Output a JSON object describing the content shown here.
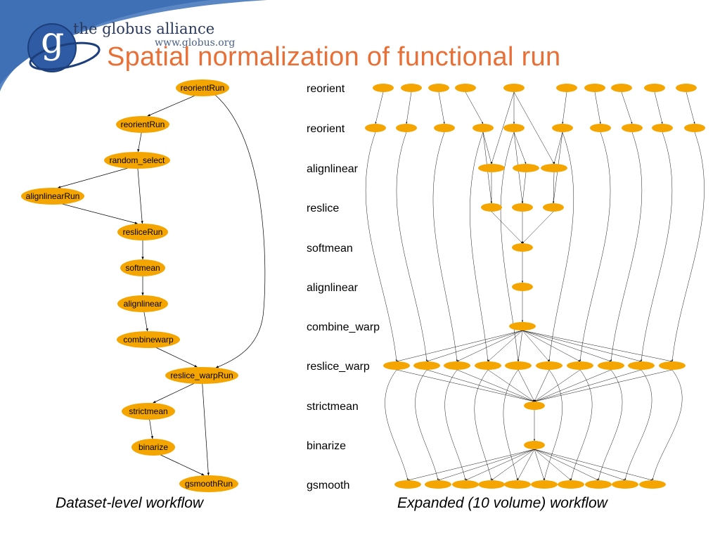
{
  "header": {
    "brand_name": "the globus alliance",
    "brand_url": "www.globus.org",
    "logo_letter": "g",
    "title": "Spatial normalization of functional run"
  },
  "colors": {
    "node_fill": "#f5a500",
    "title": "#e87037",
    "logo_blue": "#3a66ad",
    "edge": "#000000"
  },
  "dataset_workflow": {
    "caption": "Dataset-level workflow",
    "nodes": [
      {
        "id": "d1",
        "label": "reorientRun"
      },
      {
        "id": "d2",
        "label": "reorientRun"
      },
      {
        "id": "d3",
        "label": "random_select"
      },
      {
        "id": "d4",
        "label": "alignlinearRun"
      },
      {
        "id": "d5",
        "label": "resliceRun"
      },
      {
        "id": "d6",
        "label": "softmean"
      },
      {
        "id": "d7",
        "label": "alignlinear"
      },
      {
        "id": "d8",
        "label": "combinewarp"
      },
      {
        "id": "d9",
        "label": "reslice_warpRun"
      },
      {
        "id": "d10",
        "label": "strictmean"
      },
      {
        "id": "d11",
        "label": "binarize"
      },
      {
        "id": "d12",
        "label": "gsmoothRun"
      }
    ],
    "edges": [
      [
        "d1",
        "d2"
      ],
      [
        "d2",
        "d3"
      ],
      [
        "d3",
        "d4"
      ],
      [
        "d3",
        "d5"
      ],
      [
        "d4",
        "d5"
      ],
      [
        "d5",
        "d6"
      ],
      [
        "d6",
        "d7"
      ],
      [
        "d7",
        "d8"
      ],
      [
        "d8",
        "d9"
      ],
      [
        "d1",
        "d9"
      ],
      [
        "d9",
        "d10"
      ],
      [
        "d10",
        "d11"
      ],
      [
        "d11",
        "d12"
      ],
      [
        "d9",
        "d12"
      ]
    ]
  },
  "expanded_workflow": {
    "caption": "Expanded (10 volume)  workflow",
    "stages": [
      "reorient",
      "reorient",
      "alignlinear",
      "reslice",
      "softmean",
      "alignlinear",
      "combine_warp",
      "reslice_warp",
      "strictmean",
      "binarize",
      "gsmooth"
    ]
  }
}
